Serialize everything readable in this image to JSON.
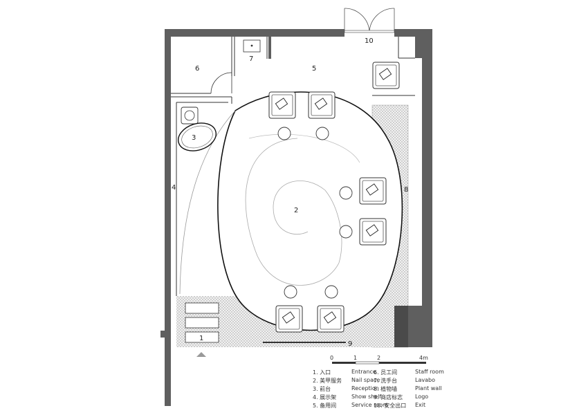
{
  "labels": {
    "entrance": "1",
    "nail_space": "2",
    "reception": "3",
    "show_shelf": "4",
    "service_room": "5",
    "staff_room": "6",
    "lavabo": "7",
    "plant_wall": "8",
    "logo": "9",
    "exit": "10"
  },
  "scale": {
    "t0": "0",
    "t1": "1",
    "t2": "2",
    "t4": "4m"
  },
  "legend": [
    {
      "zh": "1. 入口",
      "en": "Entrance"
    },
    {
      "zh": "2. 美甲服务",
      "en": "Nail space"
    },
    {
      "zh": "3. 前台",
      "en": "Reception"
    },
    {
      "zh": "4. 展示架",
      "en": "Show shelf"
    },
    {
      "zh": "5. 备用间",
      "en": "Service room"
    },
    {
      "zh": "6. 员工间",
      "en": "Staff room"
    },
    {
      "zh": "7. 洗手台",
      "en": "Lavabo"
    },
    {
      "zh": "8. 植物墙",
      "en": "Plant wall"
    },
    {
      "zh": "9. 商店标志",
      "en": "Logo"
    },
    {
      "zh": "10. 安全出口",
      "en": "Exit"
    }
  ],
  "colors": {
    "wall": "#5f5f5f",
    "line": "#333333",
    "hatch": "#b8b8b8"
  }
}
